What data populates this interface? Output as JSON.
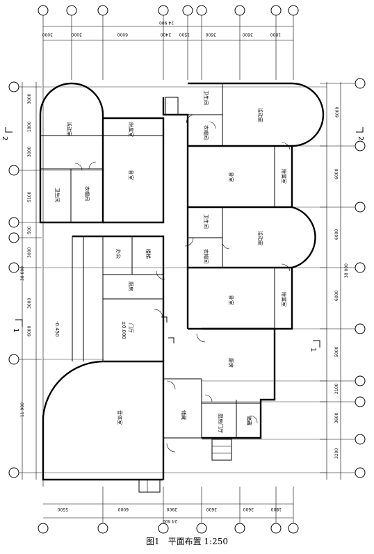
{
  "caption": "图1　平面布置 1:250",
  "dims": {
    "top_total": "24 900",
    "top_segments": [
      "3000",
      "3000",
      "6000",
      "2400",
      "1500",
      "3600",
      "3600",
      "1800"
    ],
    "bottom_total": "24 400",
    "bottom_segments": [
      "5500",
      "6000",
      "3900",
      "3600",
      "3600",
      "1800"
    ],
    "left_total": "11 900",
    "left_sub": "38 000",
    "left_segments": [
      "3000",
      "1800",
      "3000",
      "5100",
      "500",
      "3000",
      "3000",
      "6000"
    ],
    "right_total": "38 000",
    "right_segments": [
      "6000",
      "6000",
      "6000",
      "6000",
      "5000",
      "2100",
      "3600",
      "3200"
    ]
  },
  "rooms": {
    "activity_1": "活动室",
    "storage_1": "附属室",
    "bedroom_1": "卧室",
    "toilet_1": "卫生间",
    "cloak_1": "衣帽间",
    "office": "办公",
    "stair": "楼梯",
    "kitchen_small": "厨房",
    "hall": "门厅",
    "level_hall": "±0.000",
    "level_out": "-0.450",
    "music": "音体室",
    "storage_2": "储藏",
    "service_hall": "厨房门厅",
    "storage_3": "储藏",
    "kitchen": "厨房",
    "bedroom_2": "卧室",
    "storage_4": "附属室",
    "activity_2": "活动室",
    "toilet_2": "卫生间",
    "cloak_2": "衣帽间",
    "bedroom_3": "卧室",
    "storage_5": "附属室",
    "activity_3": "活动室",
    "toilet_3": "卫生间",
    "cloak_3": "衣帽间"
  },
  "sections": {
    "s1": "1",
    "s2": "2"
  }
}
